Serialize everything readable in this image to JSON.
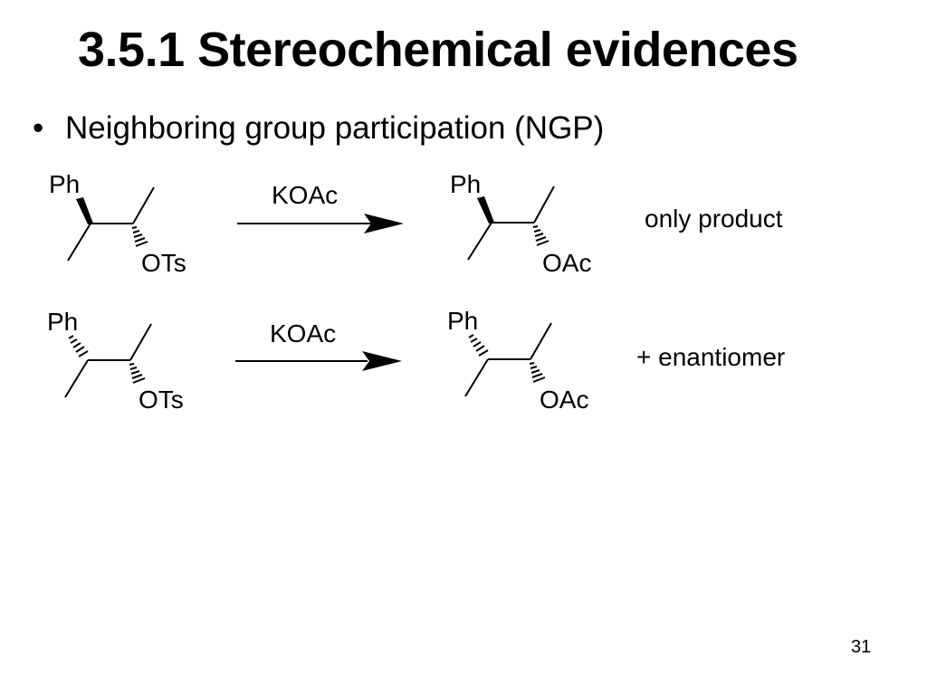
{
  "slide": {
    "title": "3.5.1 Stereochemical evidences",
    "bullet_symbol": "•",
    "bullet_text": "Neighboring group participation (NGP)",
    "page_number": "31"
  },
  "reactions": [
    {
      "reactant": {
        "group_top": "Ph",
        "leaving_group": "OTs",
        "phenyl_bond": "wedge"
      },
      "reagent": "KOAc",
      "product": {
        "group_top": "Ph",
        "substituent": "OAc",
        "phenyl_bond": "wedge"
      },
      "note": "only product"
    },
    {
      "reactant": {
        "group_top": "Ph",
        "leaving_group": "OTs",
        "phenyl_bond": "hash"
      },
      "reagent": "KOAc",
      "product": {
        "group_top": "Ph",
        "substituent": "OAc",
        "phenyl_bond": "hash"
      },
      "note": "+ enantiomer"
    }
  ]
}
